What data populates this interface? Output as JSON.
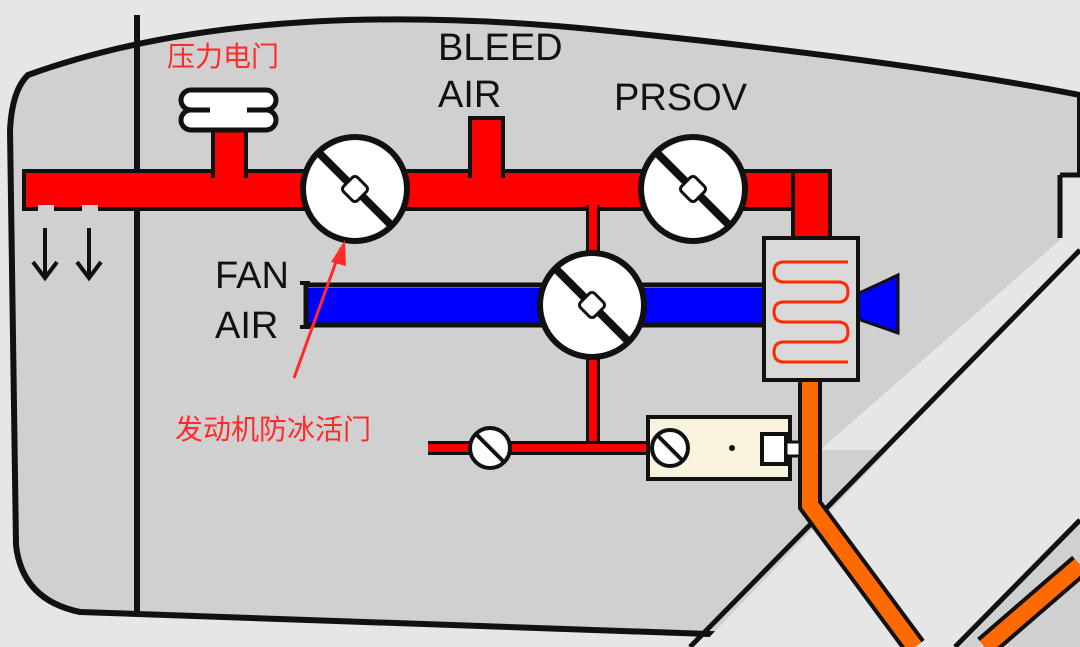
{
  "labels": {
    "pressure_valve": "压力电门",
    "bleed_air_line1": "BLEED",
    "bleed_air_line2": "AIR",
    "prsov": "PRSOV",
    "fan_air_line1": "FAN",
    "fan_air_line2": "AIR",
    "anti_ice_valve": "发动机防冰活门"
  },
  "colors": {
    "background": "#e6e6e6",
    "nacelle": "#d0d0d0",
    "outline": "#111111",
    "bleed_duct": "#ff0000",
    "fan_air_duct": "#0000ff",
    "hot_exhaust": "#ff6a00",
    "callout_text": "#ff2a2a",
    "controller_box": "#f7f3dc",
    "heat_exchanger": "#d9d9d9"
  },
  "icons": {
    "valve": "butterfly-valve-icon",
    "switch": "pressure-switch-icon",
    "coil": "heat-exchanger-coil-icon"
  }
}
